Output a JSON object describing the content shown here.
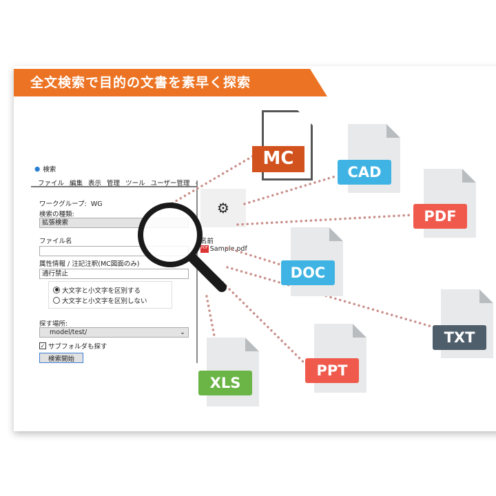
{
  "banner": "全文検索で目的の文書を素早く探索",
  "window": {
    "title": "検索",
    "menu": [
      "ファイル",
      "編集",
      "表示",
      "管理",
      "ツール",
      "ユーザー管理",
      "ヘル"
    ],
    "workgroup_label": "ワークグループ:",
    "workgroup_value": "WG",
    "search_type_label": "検索の種類:",
    "search_type_value": "拡張検索",
    "filename_label": "ファイル名",
    "filename_value": "",
    "attr_label": "属性情報 / 注記注釈(MC図面のみ)",
    "attr_value": "通行禁止",
    "radio_case": "大文字と小文字を区別する",
    "radio_nocase": "大文字と小文字を区別しない",
    "location_label": "探す場所:",
    "location_value": "model/test/",
    "subfolder_label": "サブフォルダも探す",
    "search_button": "検索開始",
    "name_header": "名前",
    "result_file": "Sample.pdf"
  },
  "file_types": {
    "mc": "MC",
    "cad": "CAD",
    "pdf": "PDF",
    "doc": "DOC",
    "txt": "TXT",
    "ppt": "PPT",
    "xls": "XLS"
  },
  "colors": {
    "orange": "#ec7323",
    "blue": "#3fb3e3",
    "red": "#ef5a4c",
    "green": "#6ab545",
    "slate": "#4f5e6b",
    "mc": "#d2521e"
  }
}
